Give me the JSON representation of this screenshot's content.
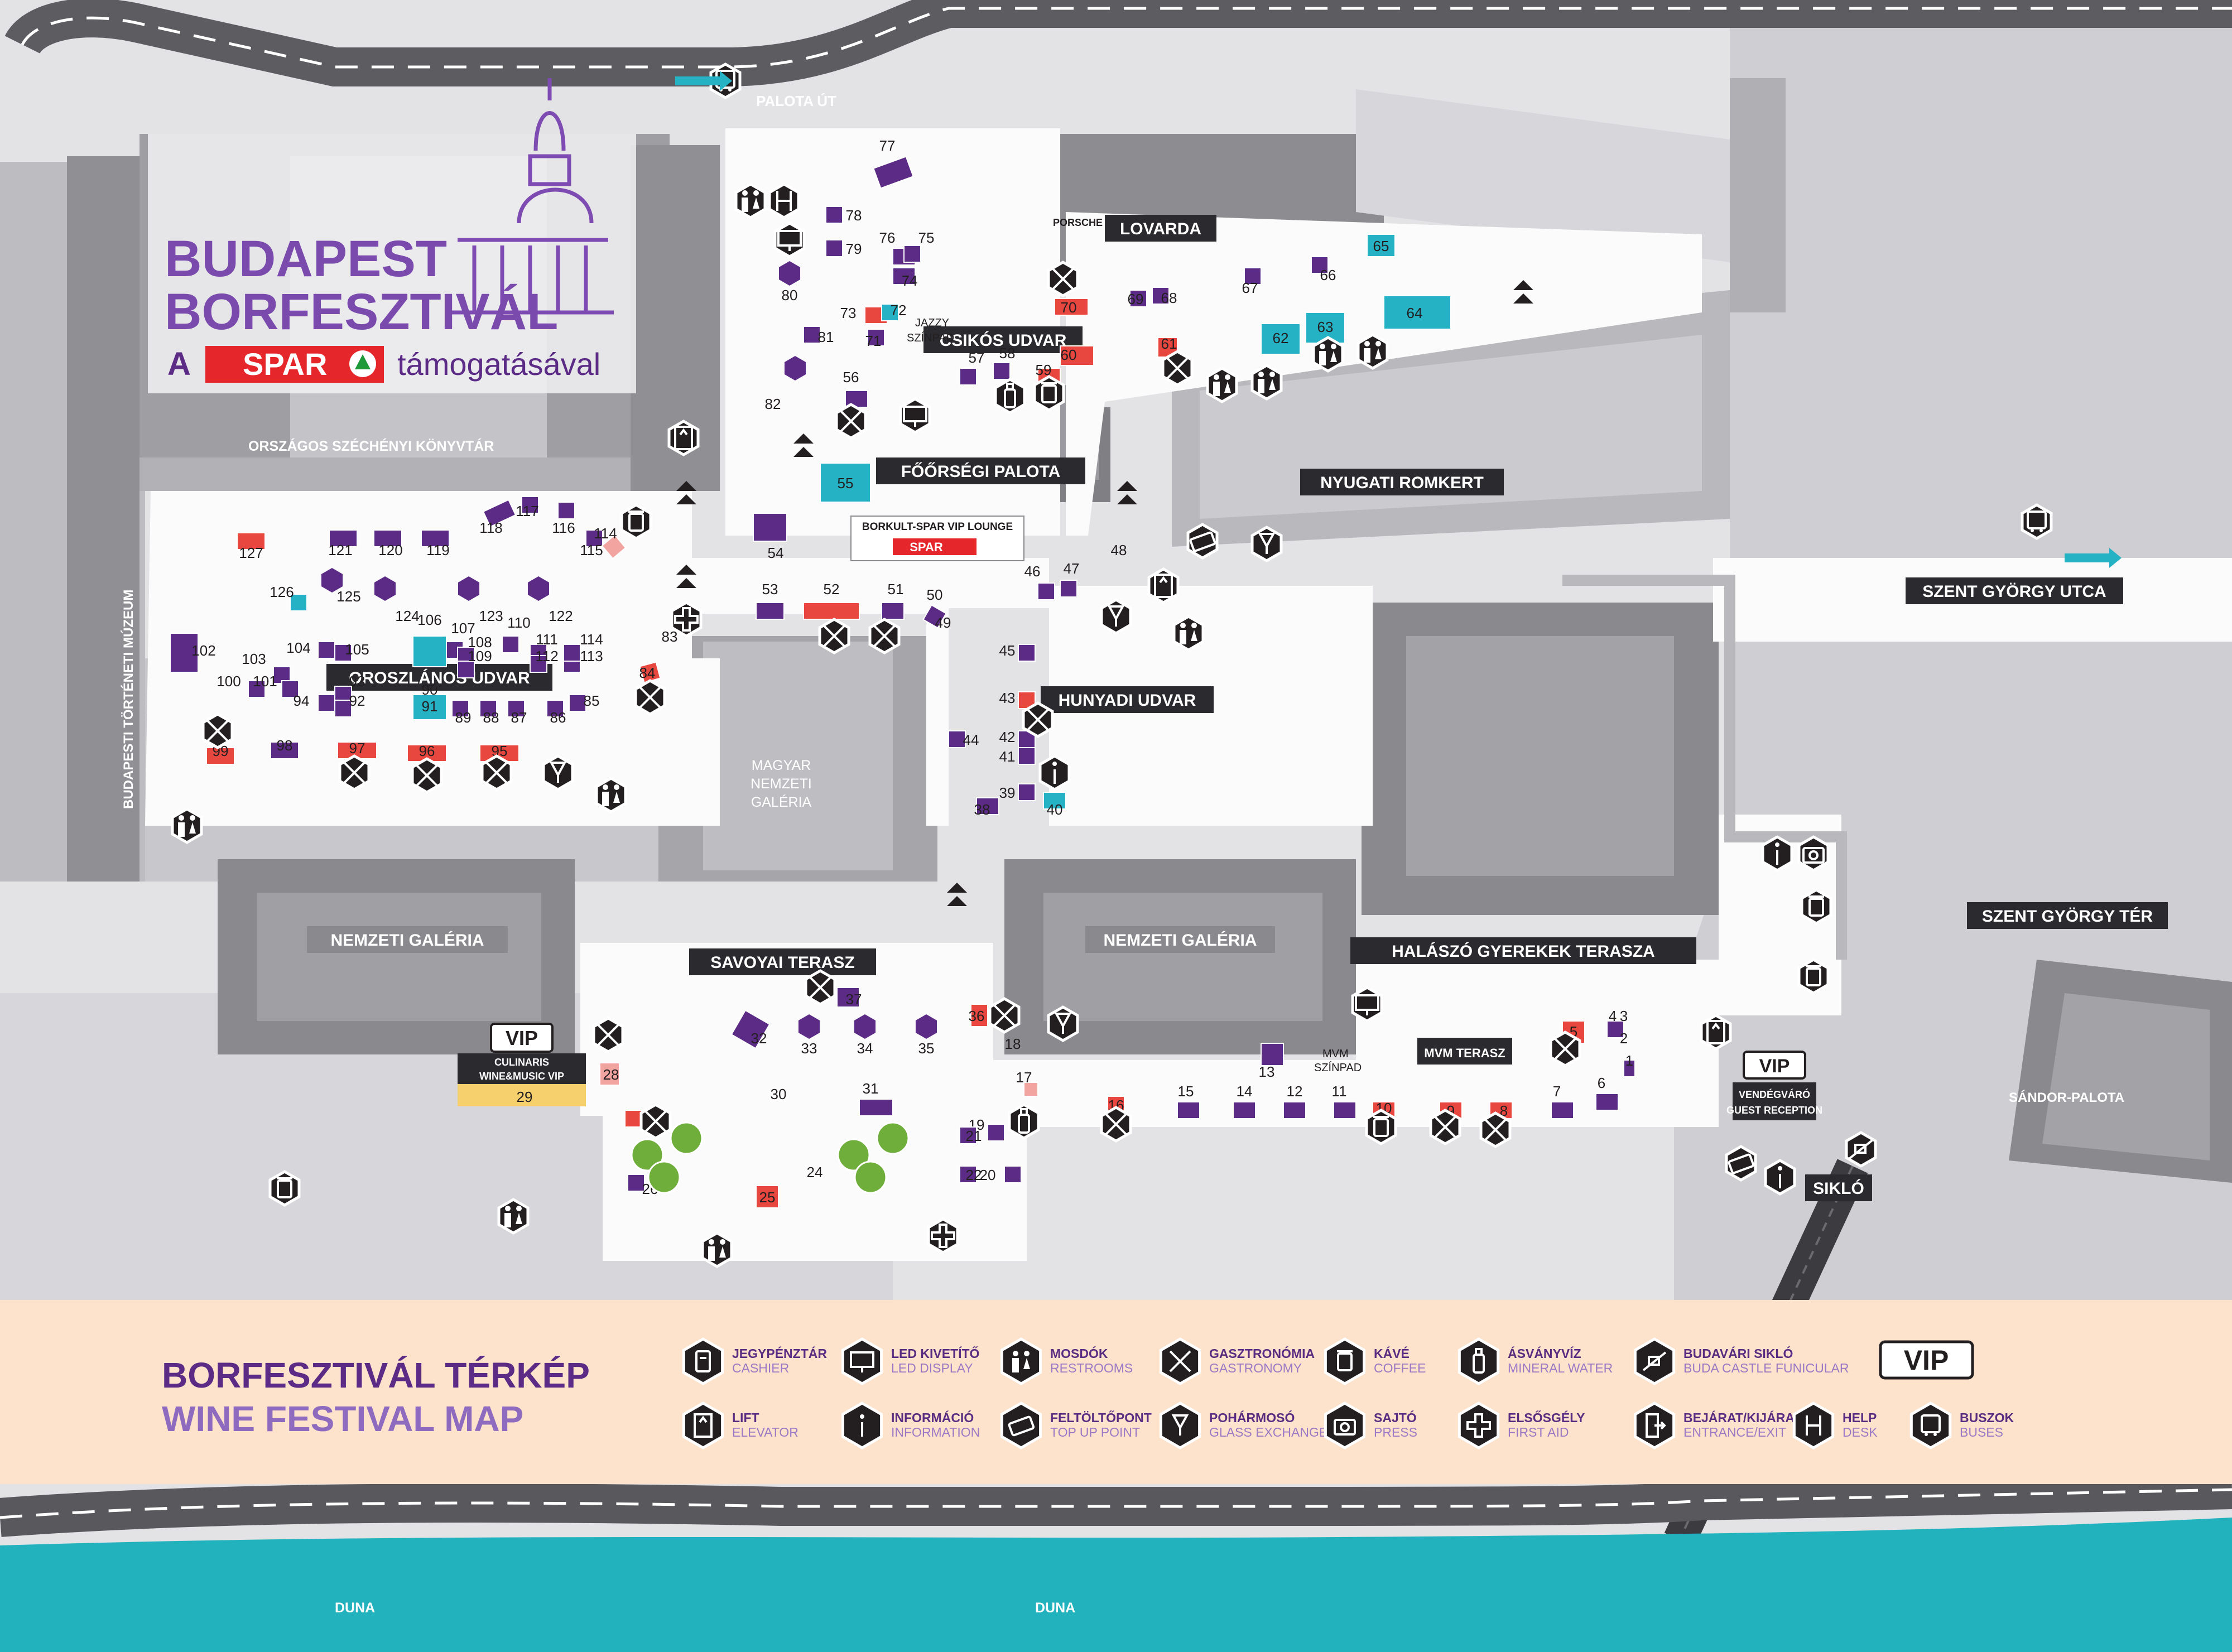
{
  "title": {
    "line1": "BUDAPEST",
    "line2": "BORFESZTIVÁL",
    "sponsor_prefix": "A",
    "sponsor_brand": "SPAR",
    "sponsor_suffix": "támogatásával"
  },
  "legend": {
    "title_hu": "BORFESZTIVÁL TÉRKÉP",
    "title_en": "WINE FESTIVAL MAP",
    "items": [
      {
        "icon": "cashier-icon",
        "hu": "JEGYPÉNZTÁR",
        "en": "CASHIER"
      },
      {
        "icon": "led-display-icon",
        "hu": "LED KIVETÍTŐ",
        "en": "LED DISPLAY"
      },
      {
        "icon": "restrooms-icon",
        "hu": "MOSDÓK",
        "en": "RESTROOMS"
      },
      {
        "icon": "gastronomy-icon",
        "hu": "GASZTRONÓMIA",
        "en": "GASTRONOMY"
      },
      {
        "icon": "coffee-icon",
        "hu": "KÁVÉ",
        "en": "COFFEE"
      },
      {
        "icon": "mineral-water-icon",
        "hu": "ÁSVÁNYVÍZ",
        "en": "MINERAL WATER"
      },
      {
        "icon": "funicular-icon",
        "hu": "BUDAVÁRI SIKLÓ",
        "en": "BUDA CASTLE FUNICULAR"
      },
      {
        "icon": "elevator-icon",
        "hu": "LIFT",
        "en": "ELEVATOR"
      },
      {
        "icon": "information-icon",
        "hu": "INFORMÁCIÓ",
        "en": "INFORMATION"
      },
      {
        "icon": "top-up-icon",
        "hu": "FELTÖLTŐPONT",
        "en": "TOP UP POINT"
      },
      {
        "icon": "glass-exchange-icon",
        "hu": "POHÁRMOSÓ",
        "en": "GLASS EXCHANGE"
      },
      {
        "icon": "press-icon",
        "hu": "SAJTÓ",
        "en": "PRESS"
      },
      {
        "icon": "first-aid-icon",
        "hu": "ELSŐSGÉLY",
        "en": "FIRST AID"
      },
      {
        "icon": "entrance-exit-icon",
        "hu": "BEJÁRAT/KIJÁRAT",
        "en": "ENTRANCE/EXIT"
      },
      {
        "icon": "help-desk-icon",
        "hu": "HELP",
        "en": "DESK"
      },
      {
        "icon": "buses-icon",
        "hu": "BUSZOK",
        "en": "BUSES"
      }
    ],
    "vip_badge": "VIP"
  },
  "areas": {
    "lovarda": "LOVARDA",
    "csikos_udvar": "CSIKÓS UDVAR",
    "nyugati_romkert": "NYUGATI ROMKERT",
    "foorsegi_palota": "FŐŐRSÉGI PALOTA",
    "oroszlanos_udvar": "OROSZLÁNOS UDVAR",
    "hunyadi_udvar": "HUNYADI UDVAR",
    "savoyai_terasz": "SAVOYAI TERASZ",
    "halaszo_gyerekek_terasza": "HALÁSZÓ GYEREKEK TERASZA",
    "nemzeti_galeria_1": "NEMZETI GALÉRIA",
    "nemzeti_galeria_2": "NEMZETI GALÉRIA",
    "szent_gyorgy_utca": "SZENT GYÖRGY UTCA",
    "szent_gyorgy_ter": "SZENT GYÖRGY TÉR",
    "siklo": "SIKLÓ",
    "mvm_terasz": "MVM TERASZ"
  },
  "labels": {
    "palota_ut": "PALOTA ÚT",
    "szechenyi_konyvtar": "ORSZÁGOS SZÉCHÉNYI KÖNYVTÁR",
    "tortenti_muzeum": "BUDAPESTI TÖRTÉNETI MÚZEUM",
    "mng_1": "MAGYAR",
    "mng_2": "NEMZETI",
    "mng_3": "GALÉRIA",
    "sandor_palota": "SÁNDOR-PALOTA",
    "duna_1": "DUNA",
    "duna_2": "DUNA",
    "jazzy_1": "JAZZY",
    "jazzy_2": "SZÍNPAD",
    "mvm_1": "MVM",
    "mvm_2": "SZÍNPAD",
    "vip_lounge": "BORKULT-SPAR VIP LOUNGE",
    "vip_lounge_brand": "SPAR",
    "culinaris_1": "CULINARIS",
    "culinaris_2": "WINE&MUSIC VIP",
    "culinaris_num": "29",
    "culinaris_vip": "VIP",
    "guest_vip": "VIP",
    "guest_1": "VENDÉGVÁRÓ",
    "guest_2": "GUEST RECEPTION",
    "porsche": "PORSCHE"
  },
  "colors": {
    "purple": "#5b2b86",
    "red": "#e8473f",
    "teal": "#25b2c4",
    "pink": "#f2a5a0",
    "dark": "#231f20",
    "river": "#22b2bd",
    "legend_bg": "#fde3cc"
  }
}
